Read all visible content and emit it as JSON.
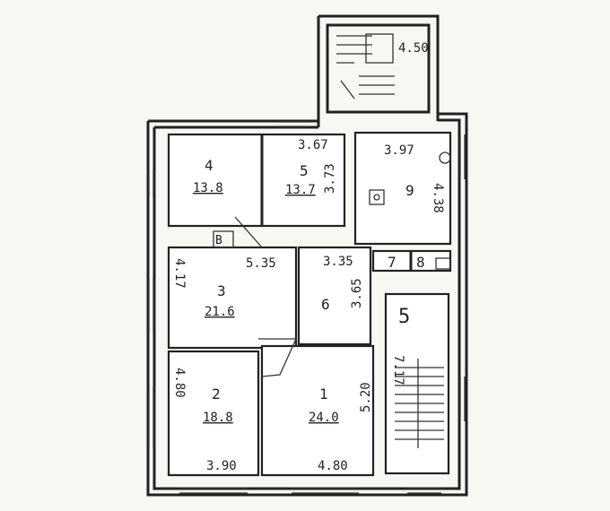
{
  "rooms": [
    {
      "id": "1",
      "number": "1",
      "area": "24.0"
    },
    {
      "id": "2",
      "number": "2",
      "area": "18.8"
    },
    {
      "id": "3",
      "number": "3",
      "area": "21.6"
    },
    {
      "id": "4",
      "number": "4",
      "area": "13.8"
    },
    {
      "id": "5",
      "number": "5",
      "area": "13.7"
    },
    {
      "id": "6",
      "number": "6"
    },
    {
      "id": "7",
      "number": "7"
    },
    {
      "id": "8",
      "number": "8"
    },
    {
      "id": "9",
      "number": "9"
    },
    {
      "id": "stair",
      "number": "5"
    }
  ],
  "dimensions": {
    "stair_top": "4.50",
    "room5_width": "3.67",
    "room5_height": "3.73",
    "room9_width": "3.97",
    "room9_height": "4.38",
    "room3_width": "5.35",
    "room3_height": "4.17",
    "room6_width": "3.35",
    "room6_height": "3.65",
    "room2_height": "4.80",
    "room2_width": "3.90",
    "room1_width": "4.80",
    "room1_height": "5.20",
    "stair_height": "7.17"
  },
  "symbols": {
    "wc": "B"
  }
}
